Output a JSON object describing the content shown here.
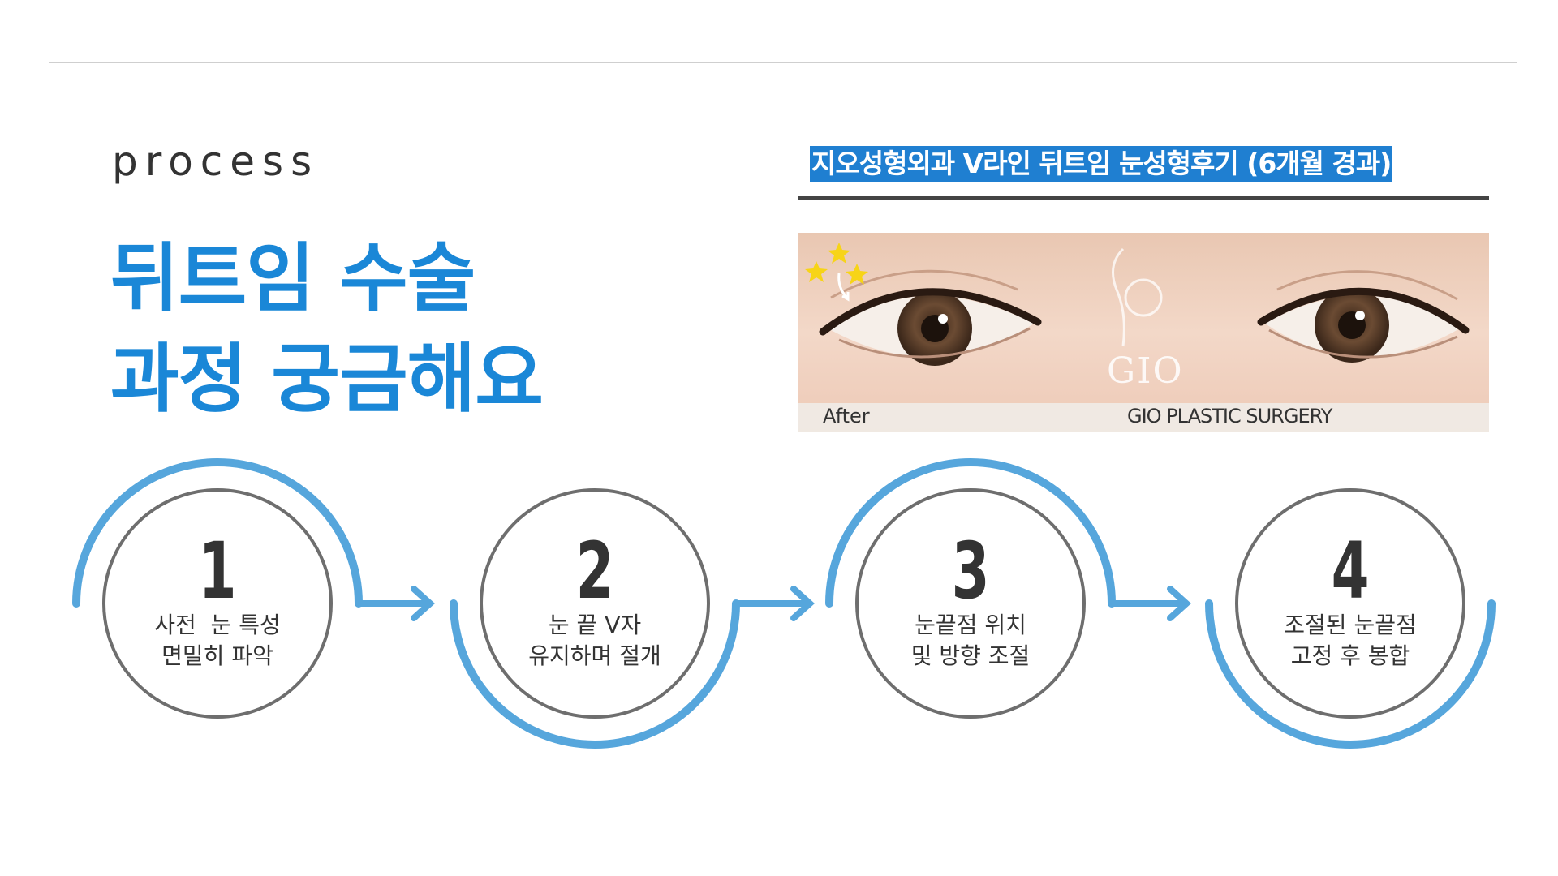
{
  "header": {
    "process_label": "process",
    "headline_line1": "뒤트임 수술",
    "headline_line2": "과정 궁금해요"
  },
  "photo": {
    "title": "지오성형외과 V라인 뒤트임 눈성형후기 (6개월 경과)",
    "after_label": "After",
    "brand_logo_text": "GIO",
    "brand_caption": "GIO PLASTIC SURGERY"
  },
  "steps": [
    {
      "number": "1",
      "line1": "사전  눈 특성",
      "line2": "면밀히 파악"
    },
    {
      "number": "2",
      "line1": "눈 끝 V자",
      "line2": "유지하며 절개"
    },
    {
      "number": "3",
      "line1": "눈끝점 위치",
      "line2": "및 방향 조절"
    },
    {
      "number": "4",
      "line1": "조절된 눈끝점",
      "line2": "고정 후 봉합"
    }
  ],
  "colors": {
    "accent_blue": "#1a87d7",
    "arc_blue": "#56a6dc",
    "circle_gray": "#6e6e6e",
    "text_dark": "#333333"
  },
  "icons": [
    "arrow-right-icon",
    "star-icon"
  ]
}
